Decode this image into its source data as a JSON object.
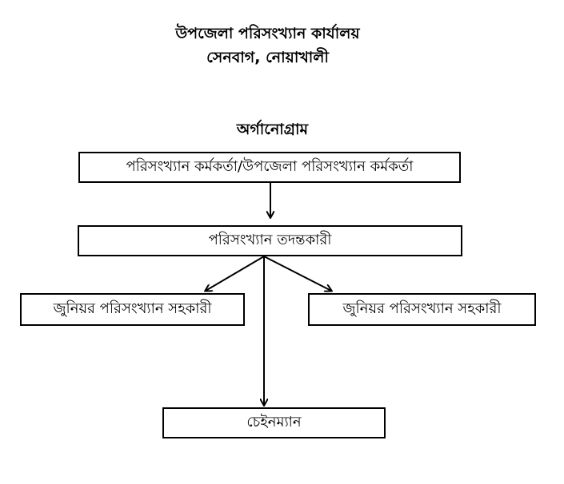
{
  "header": {
    "office": "উপজেলা পরিসংখ্যান কার্যালয়",
    "location": "সেনবাগ, নোয়াখালী",
    "heading": "অর্গানোগ্রাম"
  },
  "nodes": {
    "officer": "পরিসংখ্যান কর্মকর্তা/উপজেলা পরিসংখ্যান কর্মকর্তা",
    "investigator": "পরিসংখ্যান তদন্তকারী",
    "assistant_left": "জুনিয়র পরিসংখ্যান সহকারী",
    "assistant_right": "জুনিয়র পরিসংখ্যান সহকারী",
    "chainman": "চেইনম্যান"
  }
}
